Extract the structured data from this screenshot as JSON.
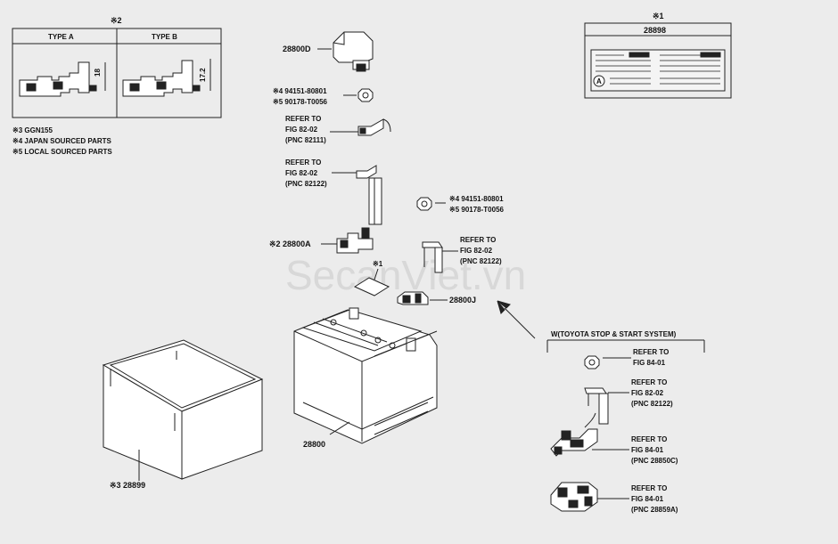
{
  "type_box": {
    "ref": "※2",
    "type_a": "TYPE A",
    "type_b": "TYPE B",
    "dim_a": "18",
    "dim_b": "17.2"
  },
  "notes": [
    "※3 GGN155",
    "※4 JAPAN SOURCED PARTS",
    "※5 LOCAL SOURCED PARTS"
  ],
  "label_box": {
    "ref": "※1",
    "part": "28898",
    "mark": "A"
  },
  "watermark": "SecanViet.vn",
  "callouts": {
    "p28800d": "28800D",
    "nut1_a": "※4 94151-80801",
    "nut1_b": "※5 90178-T0056",
    "ref1": [
      "REFER TO",
      "FIG 82-02",
      "(PNC 82111)"
    ],
    "ref2": [
      "REFER TO",
      "FIG 82-02",
      "(PNC 82122)"
    ],
    "p28800a": "※2 28800A",
    "nut2_a": "※4 94151-80801",
    "nut2_b": "※5 90178-T0056",
    "ref3": [
      "REFER TO",
      "FIG 82-02",
      "(PNC 82122)"
    ],
    "p28800j": "28800J",
    "label_ref": "※1",
    "battery": "28800",
    "tray": "※3 28899"
  },
  "stop_start": {
    "title": "W(TOYOTA STOP & START SYSTEM)",
    "ref_a": [
      "REFER TO",
      "FIG 84-01"
    ],
    "ref_b": [
      "REFER TO",
      "FIG 82-02",
      "(PNC 82122)"
    ],
    "ref_c": [
      "REFER TO",
      "FIG 84-01",
      "(PNC 28850C)"
    ],
    "ref_d": [
      "REFER TO",
      "FIG 84-01",
      "(PNC 28859A)"
    ]
  }
}
